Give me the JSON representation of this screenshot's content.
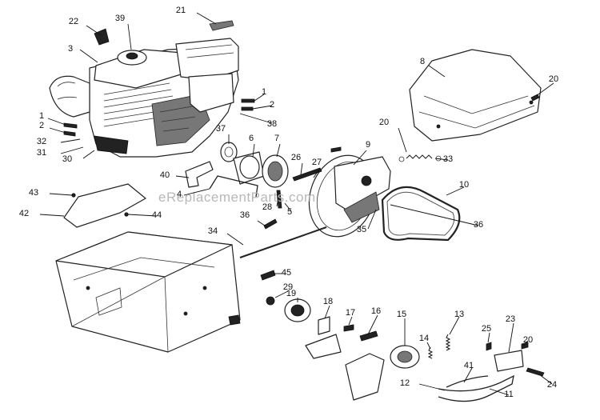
{
  "watermark": "eReplacementParts.com",
  "callouts": [
    {
      "key": "p22",
      "text": "22"
    },
    {
      "key": "p39",
      "text": "39"
    },
    {
      "key": "p21",
      "text": "21"
    },
    {
      "key": "p3",
      "text": "3"
    },
    {
      "key": "p1a",
      "text": "1"
    },
    {
      "key": "p2a",
      "text": "2"
    },
    {
      "key": "p38",
      "text": "38"
    },
    {
      "key": "p1b",
      "text": "1"
    },
    {
      "key": "p2b",
      "text": "2"
    },
    {
      "key": "p32",
      "text": "32"
    },
    {
      "key": "p31",
      "text": "31"
    },
    {
      "key": "p30",
      "text": "30"
    },
    {
      "key": "p37",
      "text": "37"
    },
    {
      "key": "p6",
      "text": "6"
    },
    {
      "key": "p7",
      "text": "7"
    },
    {
      "key": "p9",
      "text": "9"
    },
    {
      "key": "p8",
      "text": "8"
    },
    {
      "key": "p20a",
      "text": "20"
    },
    {
      "key": "p20b",
      "text": "20"
    },
    {
      "key": "p33",
      "text": "33"
    },
    {
      "key": "p10",
      "text": "10"
    },
    {
      "key": "p26",
      "text": "26"
    },
    {
      "key": "p27",
      "text": "27"
    },
    {
      "key": "p40",
      "text": "40"
    },
    {
      "key": "p4",
      "text": "4"
    },
    {
      "key": "p28",
      "text": "28"
    },
    {
      "key": "p5",
      "text": "5"
    },
    {
      "key": "p43",
      "text": "43"
    },
    {
      "key": "p42",
      "text": "42"
    },
    {
      "key": "p44",
      "text": "44"
    },
    {
      "key": "p36a",
      "text": "36"
    },
    {
      "key": "p36b",
      "text": "36"
    },
    {
      "key": "p35",
      "text": "35"
    },
    {
      "key": "p34",
      "text": "34"
    },
    {
      "key": "p45",
      "text": "45"
    },
    {
      "key": "p29",
      "text": "29"
    },
    {
      "key": "p19",
      "text": "19"
    },
    {
      "key": "p18",
      "text": "18"
    },
    {
      "key": "p17",
      "text": "17"
    },
    {
      "key": "p16",
      "text": "16"
    },
    {
      "key": "p15",
      "text": "15"
    },
    {
      "key": "p13",
      "text": "13"
    },
    {
      "key": "p14",
      "text": "14"
    },
    {
      "key": "p25",
      "text": "25"
    },
    {
      "key": "p23",
      "text": "23"
    },
    {
      "key": "p20c",
      "text": "20"
    },
    {
      "key": "p41",
      "text": "41"
    },
    {
      "key": "p12",
      "text": "12"
    },
    {
      "key": "p24",
      "text": "24"
    },
    {
      "key": "p11",
      "text": "11"
    }
  ]
}
